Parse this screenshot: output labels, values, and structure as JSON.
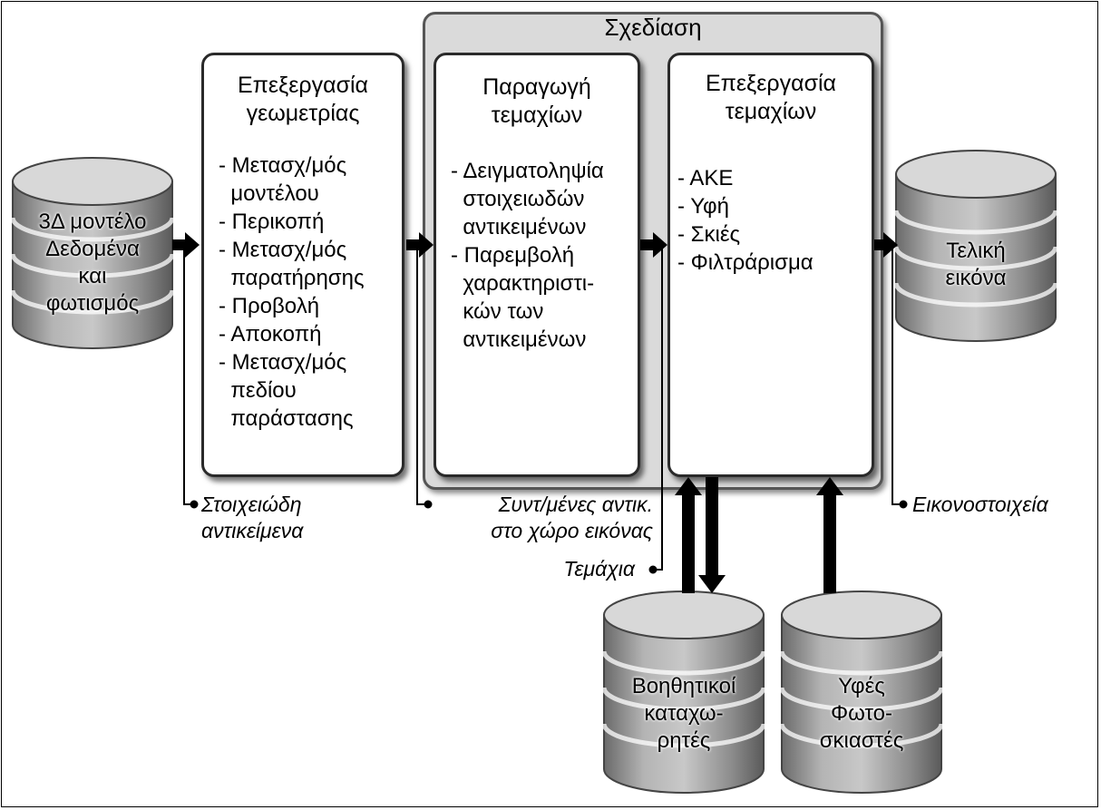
{
  "design_title": "Σχεδίαση",
  "stages": {
    "geometry": {
      "title": [
        "Επεξεργασία",
        "γεωμετρίας"
      ],
      "items": [
        "- Μετασχ/μός",
        "  μοντέλου",
        "- Περικοπή",
        "- Μετασχ/μός",
        "  παρατήρησης",
        "- Προβολή",
        "- Αποκοπή",
        "- Μετασχ/μός",
        "  πεδίου",
        "  παράστασης"
      ]
    },
    "fragment_generation": {
      "title": [
        "Παραγωγή",
        "τεμαχίων"
      ],
      "items": [
        "- Δειγματοληψία",
        "  στοιχειωδών",
        "  αντικειμένων",
        "- Παρεμβολή",
        "  χαρακτηριστι-",
        "  κών των",
        "  αντικειμένων"
      ]
    },
    "fragment_processing": {
      "title": [
        "Επεξεργασία",
        "τεμαχίων"
      ],
      "items": [
        "- ΑΚΕ",
        "- Υφή",
        "- Σκιές",
        "- Φιλτράρισμα"
      ]
    }
  },
  "databases": {
    "input": [
      "3Δ μοντέλο",
      "Δεδομένα",
      "και",
      "φωτισμός"
    ],
    "output": [
      "Τελική",
      "εικόνα"
    ],
    "buffers": [
      "Βοηθητικοί",
      "καταχω-",
      "ρητές"
    ],
    "textures": [
      "Υφές",
      "Φωτο-",
      "σκιαστές"
    ]
  },
  "captions": {
    "primitives": [
      "Στοιχειώδη",
      "αντικείμενα"
    ],
    "screen_objects": [
      "Συντ/μένες αντικ.",
      "στο χώρο εικόνας"
    ],
    "fragments": "Τεμάχια",
    "pixels": "Εικονοστοιχεία"
  }
}
